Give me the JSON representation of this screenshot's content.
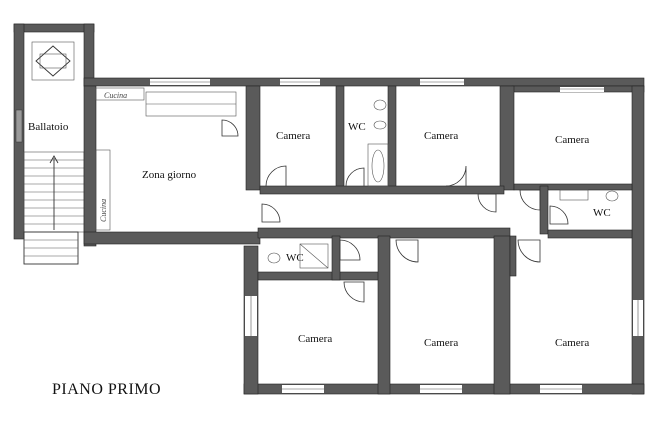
{
  "plan": {
    "title": "PIANO PRIMO",
    "rooms": {
      "ballatoio": "Ballatoio",
      "zona_giorno": "Zona giorno",
      "camera_1": "Camera",
      "wc_1": "WC",
      "camera_2": "Camera",
      "camera_3": "Camera",
      "wc_2": "WC",
      "wc_3": "WC",
      "camera_4": "Camera",
      "camera_5": "Camera",
      "camera_6": "Camera"
    },
    "annotations": {
      "cucina_top": "Cucina",
      "cucina_side": "Cucina"
    }
  }
}
